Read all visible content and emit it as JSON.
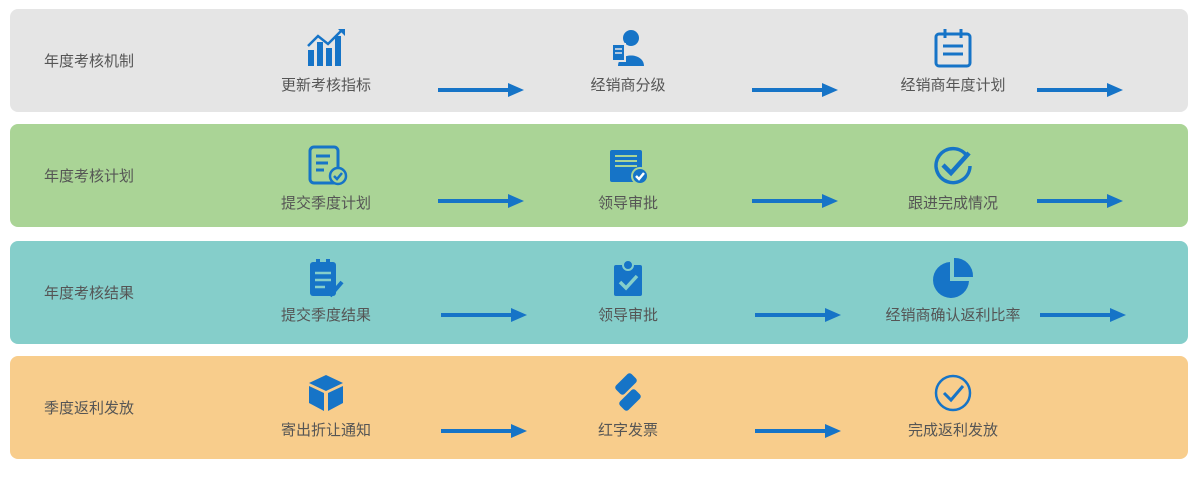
{
  "colors": {
    "accent": "#1674C7",
    "row_bg": [
      "#E5E5E5",
      "#AAD496",
      "#85CECA",
      "#F8CD8C"
    ],
    "text": "#555555"
  },
  "rows": [
    {
      "label": "年度考核机制",
      "steps": [
        {
          "label": "更新考核指标",
          "icon": "bar-chart-icon"
        },
        {
          "label": "经销商分级",
          "icon": "user-card-icon"
        },
        {
          "label": "经销商年度计划",
          "icon": "calendar-icon"
        }
      ]
    },
    {
      "label": "年度考核计划",
      "steps": [
        {
          "label": "提交季度计划",
          "icon": "document-check-icon"
        },
        {
          "label": "领导审批",
          "icon": "inbox-check-icon"
        },
        {
          "label": "跟进完成情况",
          "icon": "check-circle-icon"
        }
      ]
    },
    {
      "label": "年度考核结果",
      "steps": [
        {
          "label": "提交季度结果",
          "icon": "clipboard-edit-icon"
        },
        {
          "label": "领导审批",
          "icon": "clipboard-check-icon"
        },
        {
          "label": "经销商确认返利比率",
          "icon": "pie-chart-icon"
        }
      ]
    },
    {
      "label": "季度返利发放",
      "steps": [
        {
          "label": "寄出折让通知",
          "icon": "box-icon"
        },
        {
          "label": "红字发票",
          "icon": "link-icon"
        },
        {
          "label": "完成返利发放",
          "icon": "check-outline-icon"
        }
      ]
    }
  ]
}
